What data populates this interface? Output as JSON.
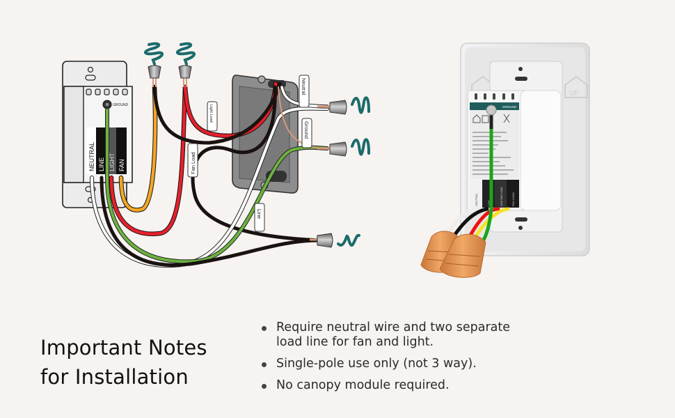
{
  "diagram": {
    "switch_terminals": [
      "NEUTRAL",
      "LINE",
      "LIGHT",
      "FAN"
    ],
    "switch_ground_label": "GROUND",
    "wire_tags": {
      "light_load": "Light Load",
      "fan_load": "Fan Load",
      "neutral": "Neutral",
      "ground": "Ground",
      "line": "Line"
    },
    "wire_colors": {
      "neutral": "#ffffff",
      "line": "#1a1210",
      "light": "#e8202a",
      "fan": "#f5a623",
      "ground": "#6cb33f",
      "copper": "#d9977a"
    },
    "accent_color": "#1b6b6a",
    "product": {
      "ground_label": "GROUND",
      "up_mark": "UP",
      "terminal_labels": [
        "NEUTRAL",
        "LINE",
        "LIGHTING LOAD",
        "FAN LOAD"
      ],
      "wire_nut_color": "#e5964a"
    }
  },
  "notes": {
    "title_line1": "Important Notes",
    "title_line2": "for Installation",
    "items": [
      {
        "line1": "Require neutral wire and two separate",
        "line2": "load line for fan and light."
      },
      {
        "line1": "Single-pole use only (not 3 way).",
        "line2": ""
      },
      {
        "line1": "No canopy module required.",
        "line2": ""
      }
    ]
  }
}
